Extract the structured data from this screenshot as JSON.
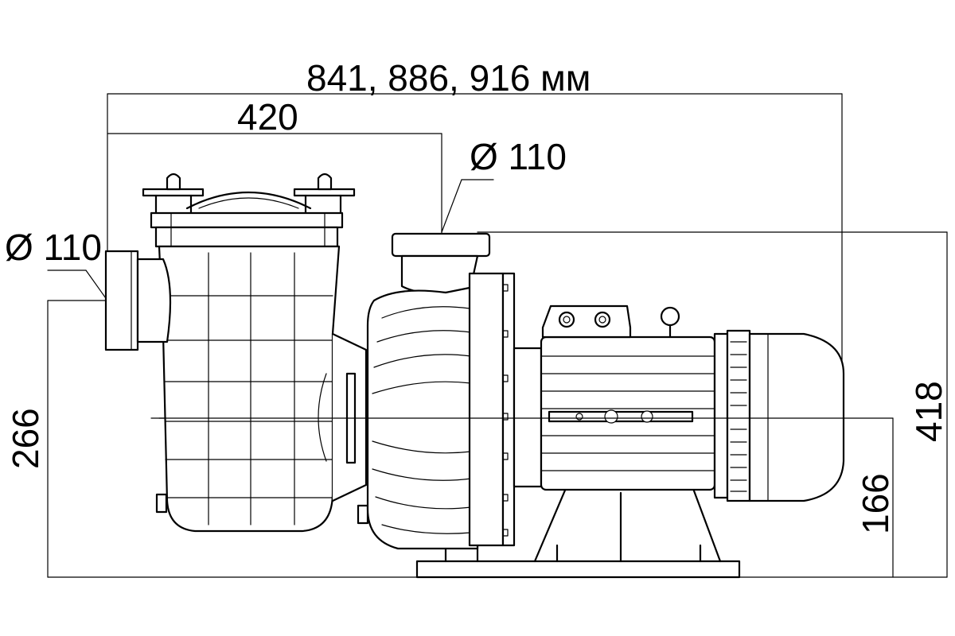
{
  "dimensions": {
    "overall_length": "841, 886, 916 мм",
    "inlet_to_outlet": "420",
    "outlet_diameter": "Ø 110",
    "inlet_diameter": "Ø 110",
    "inlet_height": "266",
    "overall_height": "418",
    "axis_height": "166"
  }
}
